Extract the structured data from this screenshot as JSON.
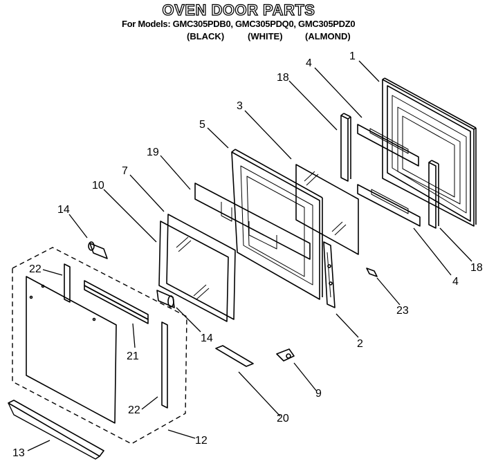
{
  "header": {
    "title": "OVEN DOOR PARTS",
    "models": "For Models: GMC305PDB0, GMC305PDQ0, GMC305PDZ0",
    "colors": [
      "(BLACK)",
      "(WHITE)",
      "(ALMOND)"
    ]
  },
  "callouts": {
    "c1": "1",
    "c4a": "4",
    "c18a": "18",
    "c3": "3",
    "c5": "5",
    "c19": "19",
    "c7": "7",
    "c10": "10",
    "c14a": "14",
    "c22a": "22",
    "c21": "21",
    "c14b": "14",
    "c22b": "22",
    "c12": "12",
    "c13": "13",
    "c20": "20",
    "c9": "9",
    "c2": "2",
    "c23": "23",
    "c4b": "4",
    "c18b": "18"
  }
}
